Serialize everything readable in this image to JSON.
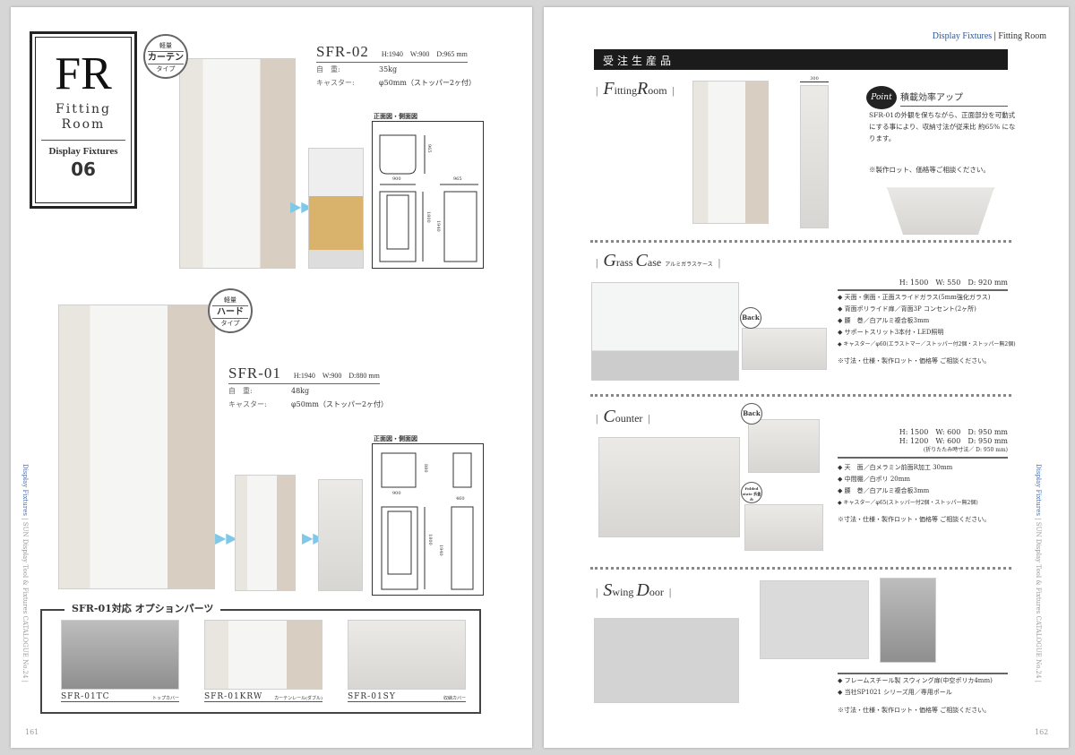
{
  "left_page": {
    "fr_box": {
      "code": "FR",
      "title_line1": "Fitting",
      "title_line2": "Room",
      "category": "Display Fixtures",
      "number": "06"
    },
    "sfr02": {
      "badge": {
        "top": "軽量",
        "main": "カーテン",
        "bottom": "タイプ"
      },
      "model": "SFR-02",
      "dims": "H:1940　W:900　D:965 mm",
      "weight_label": "自　重:",
      "weight": "35kg",
      "caster_label": "キャスター:",
      "caster": "φ50mm（ストッパー2ヶ付）",
      "drawing_label": "正面図・側面図",
      "drawing_dims": [
        "965",
        "900",
        "965",
        "1800",
        "1940"
      ]
    },
    "sfr01": {
      "badge": {
        "top": "軽量",
        "main": "ハード",
        "bottom": "タイプ"
      },
      "model": "SFR-01",
      "dims": "H:1940　W:900　D:880 mm",
      "weight_label": "自　重:",
      "weight": "48kg",
      "caster_label": "キャスター:",
      "caster": "φ50mm（ストッパー2ヶ付）",
      "drawing_label": "正面図・側面図",
      "drawing_dims": [
        "880",
        "900",
        "460",
        "1800",
        "1940"
      ]
    },
    "options": {
      "title": "SFR-01対応 オプションパーツ",
      "items": [
        {
          "code": "SFR-01TC",
          "name": "トップカバー"
        },
        {
          "code": "SFR-01KRW",
          "name": "カーテンレール(ダブル)"
        },
        {
          "code": "SFR-01SY",
          "name": "収納カバー"
        }
      ]
    },
    "sidebar": {
      "section": "Display Fixtures",
      "catalog": "SUN Display Tool & Fixtures CATALOGUE No.24"
    },
    "page_number": "161"
  },
  "right_page": {
    "header": {
      "section": "Display Fixtures",
      "separator": "|",
      "topic": "Fitting Room"
    },
    "banner": "受注生産品",
    "fitting_room": {
      "heading_cap1": "F",
      "heading_rest1": "itting",
      "heading_cap2": "R",
      "heading_rest2": "oom",
      "dim_label": "300",
      "point_badge": "Point",
      "point_title": "積載効率アップ",
      "point_text": "SFR-01の外観を保ちながら、正面部分を可動式にする事により、収納寸法が従来比 約65% になります。",
      "note": "※製作ロット、価格等ご相談ください。"
    },
    "glass_case": {
      "heading_cap1": "G",
      "heading_rest1": "rass",
      "heading_cap2": "C",
      "heading_rest2": "ase",
      "heading_sub": "アルミガラスケース",
      "back_badge": "Back",
      "dims": "H: 1500　W: 550　D: 920 mm",
      "specs": [
        "◆ 天面・側面・正面スライドガラス(5mm強化ガラス)",
        "◆ 背面ポリライド扉／背面3P コンセント(2ヶ所)",
        "◆ 腰　巻／白アルミ複合板3mm",
        "◆ サポートスリット3本付・LED照明",
        "◆ キャスター／φ60(エラストマー／ストッパー付2個・ストッパー無2個)"
      ],
      "note": "※寸法・仕様・製作ロット・価格等 ご相談ください。"
    },
    "counter": {
      "heading_cap1": "C",
      "heading_rest1": "ounter",
      "back_badge": "Back",
      "folded_badge": "Folded state 折畳み",
      "dims": [
        "H: 1500　W: 600　D: 950 mm",
        "H: 1200　W: 600　D: 950 mm",
        "(折りたたみ時寸法／ D: 950 mm)"
      ],
      "specs": [
        "◆ 天　面／白メラミン前面R加工 30mm",
        "◆ 中間棚／白ポリ 20mm",
        "◆ 腰　巻／白アルミ複合板3mm",
        "◆ キャスター／φ65(ストッパー付2個・ストッパー無2個)"
      ],
      "note": "※寸法・仕様・製作ロット・価格等 ご相談ください。"
    },
    "swing_door": {
      "heading_cap1": "S",
      "heading_rest1": "wing",
      "heading_cap2": "D",
      "heading_rest2": "oor",
      "specs": [
        "◆ フレームスチール製 スウィング扉(中空ポリカ4mm)",
        "◆ 当社SP1021 シリーズ用／専用ポール"
      ],
      "note": "※寸法・仕様・製作ロット・価格等 ご相談ください。"
    },
    "sidebar": {
      "section": "Display Fixtures",
      "catalog": "SUN Display Tool & Fixtures CATALOGUE No.24"
    },
    "page_number": "162"
  }
}
